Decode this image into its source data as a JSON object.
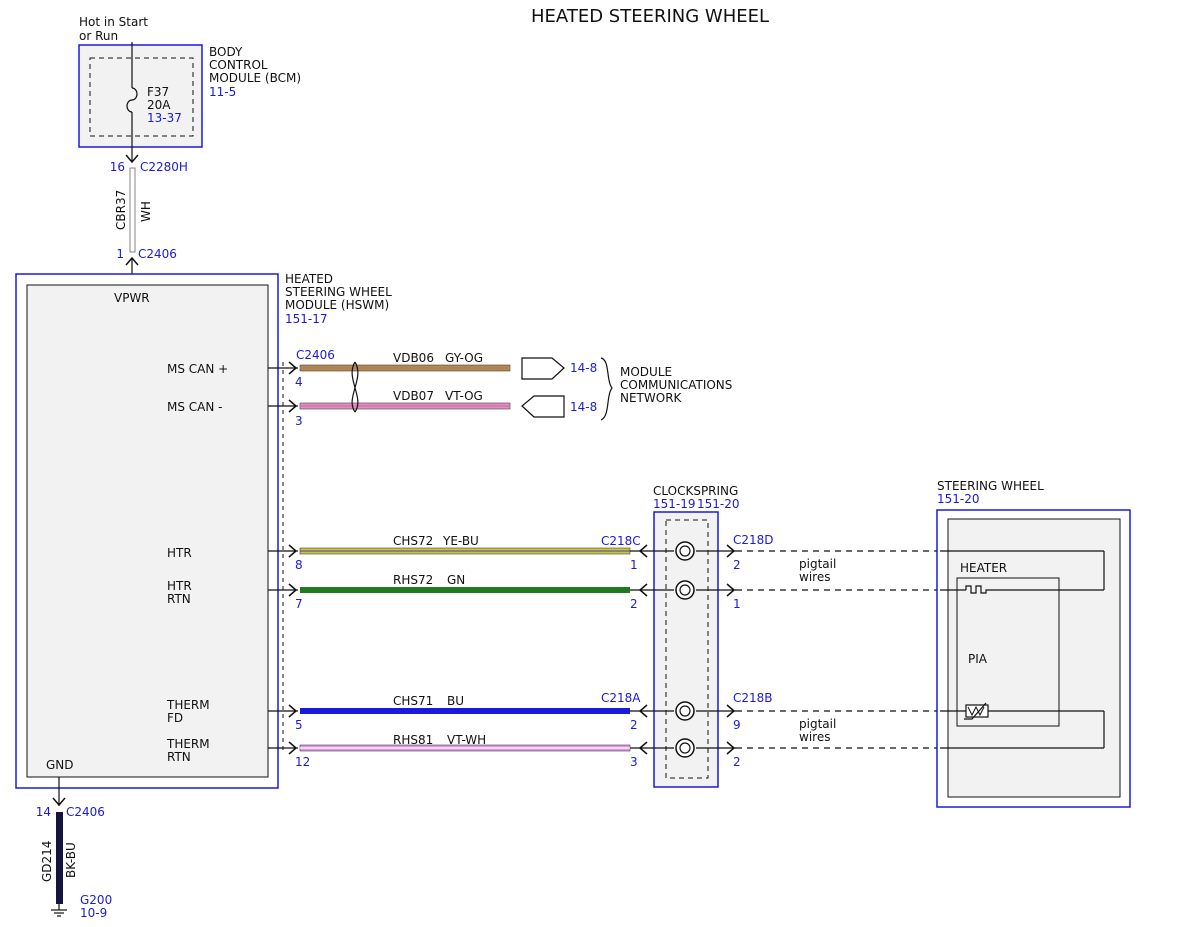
{
  "title": "HEATED STEERING WHEEL",
  "colors": {
    "blue": "#1a1adc",
    "box_fill": "#f2f2f2"
  },
  "power": {
    "line1": "Hot in Start",
    "line2": "or Run"
  },
  "bcm": {
    "line1": "BODY",
    "line2": "CONTROL",
    "line3": "MODULE (BCM)",
    "ref": "11-5",
    "fuse_name": "F37",
    "fuse_rating": "20A",
    "fuse_ref": "13-37",
    "pin": "16",
    "connector": "C2280H"
  },
  "feed_wire": {
    "circuit": "CBR37",
    "color": "WH"
  },
  "hswm_top": {
    "pin": "1",
    "connector": "C2406"
  },
  "hswm": {
    "line1": "HEATED",
    "line2": "STEERING WHEEL",
    "line3": "MODULE (HSWM)",
    "ref": "151-17",
    "vpwr": "VPWR",
    "gnd": "GND",
    "mscan_plus": "MS CAN +",
    "mscan_minus": "MS CAN -",
    "htr": "HTR",
    "htr_rtn1": "HTR",
    "htr_rtn2": "RTN",
    "therm_fd1": "THERM",
    "therm_fd2": "FD",
    "therm_rtn1": "THERM",
    "therm_rtn2": "RTN"
  },
  "can": {
    "connector": "C2406",
    "plus": {
      "pin": "4",
      "circuit": "VDB06",
      "color": "GY-OG",
      "ref": "14-8",
      "hex": "#c8843a"
    },
    "minus": {
      "pin": "3",
      "circuit": "VDB07",
      "color": "VT-OG",
      "ref": "14-8",
      "hex": "#e68fc2"
    },
    "network1": "MODULE",
    "network2": "COMMUNICATIONS",
    "network3": "NETWORK"
  },
  "wires": {
    "htr": {
      "pin": "8",
      "circuit": "CHS72",
      "color": "YE-BU",
      "connector": "C218C",
      "cs_pin": "1",
      "out_pin": "2",
      "hex": "#c9c43a"
    },
    "htr_rtn": {
      "pin": "7",
      "circuit": "RHS72",
      "color": "GN",
      "cs_pin": "2",
      "out_pin": "1",
      "hex": "#1f7a1f"
    },
    "therm_fd": {
      "pin": "5",
      "circuit": "CHS71",
      "color": "BU",
      "connector": "C218A",
      "cs_pin": "2",
      "out_pin": "9",
      "hex": "#1a1adc"
    },
    "therm_rtn": {
      "pin": "12",
      "circuit": "RHS81",
      "color": "VT-WH",
      "cs_pin": "3",
      "out_pin": "2",
      "hex": "#dd95dd"
    }
  },
  "clockspring": {
    "label": "CLOCKSPRING",
    "ref1": "151-19",
    "ref2": "151-20",
    "conn_top": "C218D",
    "conn_bottom": "C218B"
  },
  "pigtail1": {
    "l1": "pigtail",
    "l2": "wires"
  },
  "pigtail2": {
    "l1": "pigtail",
    "l2": "wires"
  },
  "steering_wheel": {
    "label": "STEERING WHEEL",
    "ref": "151-20",
    "heater": "HEATER",
    "pia": "PIA"
  },
  "ground": {
    "pin": "14",
    "connector": "C2406",
    "circuit": "GD214",
    "color": "BK-BU",
    "ground_id": "G200",
    "ref": "10-9",
    "hex": "#14143c"
  }
}
